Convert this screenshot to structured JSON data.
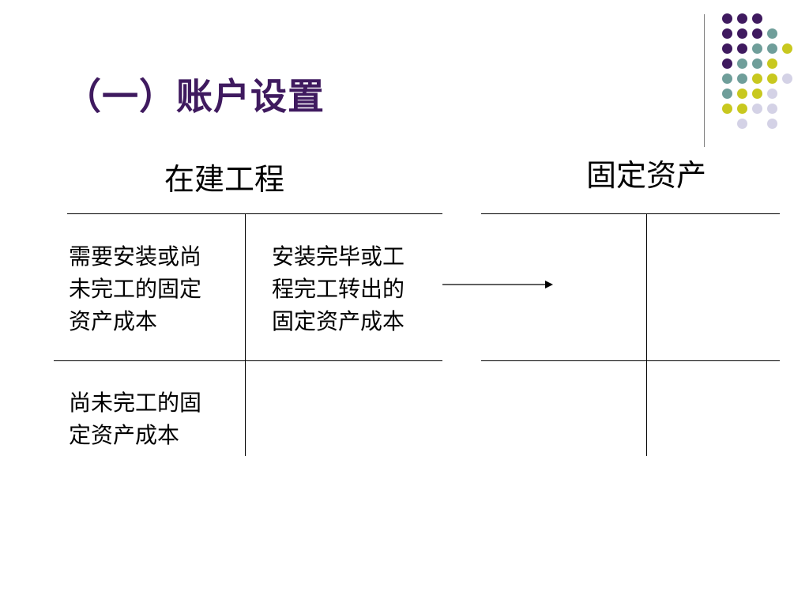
{
  "slide": {
    "title": "（一）账户设置",
    "accent_color": "#3f1a5f",
    "decor_colors": {
      "purple": "#3f1a5f",
      "teal": "#6f9e9a",
      "yellow": "#c8c81f",
      "lavender": "#d4d2e6"
    }
  },
  "account_left": {
    "name": "在建工程",
    "debit_row1": [
      "需要安装或尚",
      "未完工的固定",
      "资产成本"
    ],
    "credit_row1": [
      "安装完毕或工",
      "程完工转出的",
      "固定资产成本"
    ],
    "debit_row2": [
      "尚未完工的固",
      "定资产成本"
    ]
  },
  "account_right": {
    "name": "固定资产"
  },
  "transfer_arrow": {
    "icon": "right-arrow-icon"
  }
}
